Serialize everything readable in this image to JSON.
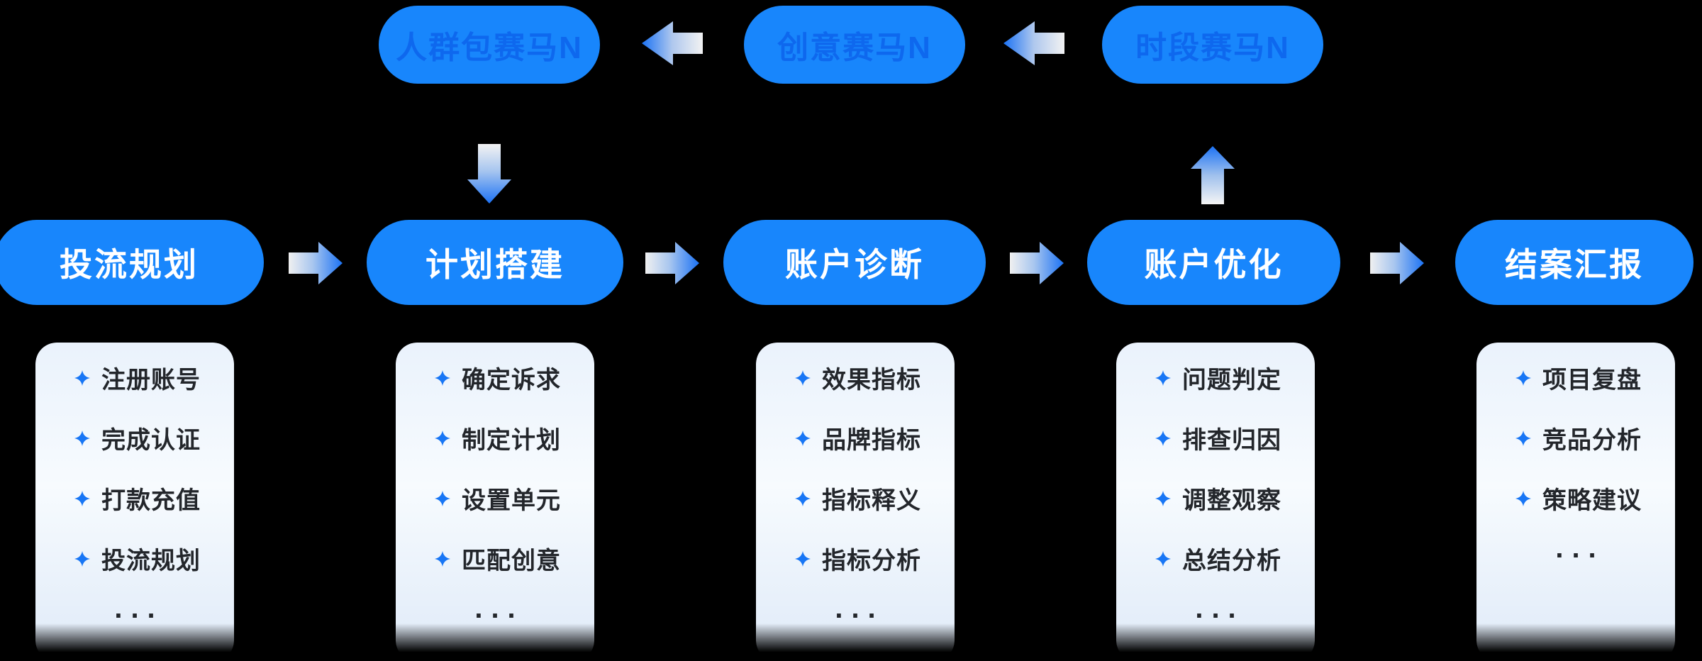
{
  "background": "#000000",
  "colors": {
    "pill_blue": "#1886FC",
    "top_pill_text_blue": "#0E68EE",
    "middle_pill_text": "#FFFFFF",
    "arrow_blue": "#1B72F4",
    "arrow_light": "#F2F2F2",
    "bullet_blue": "#1876F5",
    "item_text": "#23262B",
    "card_top": "#EAF2FC",
    "card_bottom": "#DFEAF8"
  },
  "top_row": {
    "pills": [
      {
        "label": "人群包赛马N"
      },
      {
        "label": "创意赛马N"
      },
      {
        "label": "时段赛马N"
      }
    ]
  },
  "stages": [
    {
      "label": "投流规划",
      "items": [
        "注册账号",
        "完成认证",
        "打款充值",
        "投流规划"
      ],
      "more": "..."
    },
    {
      "label": "计划搭建",
      "items": [
        "确定诉求",
        "制定计划",
        "设置单元",
        "匹配创意"
      ],
      "more": "..."
    },
    {
      "label": "账户诊断",
      "items": [
        "效果指标",
        "品牌指标",
        "指标释义",
        "指标分析"
      ],
      "more": "..."
    },
    {
      "label": "账户优化",
      "items": [
        "问题判定",
        "排查归因",
        "调整观察",
        "总结分析"
      ],
      "more": "..."
    },
    {
      "label": "结案汇报",
      "items": [
        "项目复盘",
        "竞品分析",
        "策略建议"
      ],
      "more": "..."
    }
  ],
  "icons": {
    "arrow_right": "arrow-right-icon",
    "arrow_left": "arrow-left-icon",
    "arrow_down": "arrow-down-icon",
    "arrow_up": "arrow-up-icon",
    "bullet": "sparkle-diamond-icon"
  }
}
